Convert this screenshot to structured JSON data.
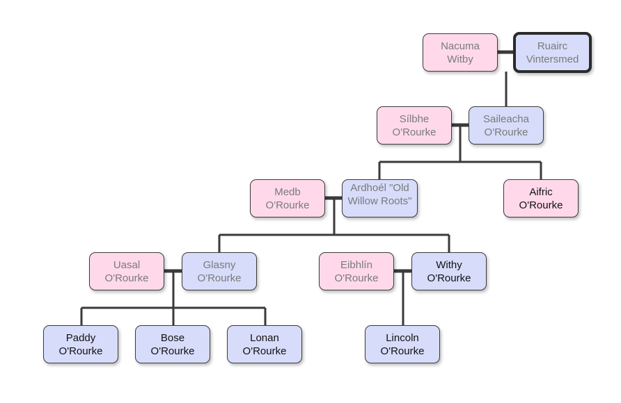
{
  "people": {
    "nacuma": {
      "first": "Nacuma",
      "last": "Witby"
    },
    "ruairc": {
      "first": "Ruairc",
      "last": "Vintersmed"
    },
    "silbhe": {
      "first": "Sílbhe",
      "last": "O'Rourke"
    },
    "saileacha": {
      "first": "Saileacha",
      "last": "O'Rourke"
    },
    "medb": {
      "first": "Medb",
      "last": "O'Rourke"
    },
    "ardhoel": {
      "first": "Ardhoél \"Old Willow Roots\"",
      "last": ""
    },
    "aifric": {
      "first": "Aifric",
      "last": "O'Rourke"
    },
    "uasal": {
      "first": "Uasal",
      "last": "O'Rourke"
    },
    "glasny": {
      "first": "Glasny",
      "last": "O'Rourke"
    },
    "eibhlin": {
      "first": "Eibhlín",
      "last": "O'Rourke"
    },
    "withy": {
      "first": "Withy",
      "last": "O'Rourke"
    },
    "paddy": {
      "first": "Paddy",
      "last": "O'Rourke"
    },
    "bose": {
      "first": "Bose",
      "last": "O'Rourke"
    },
    "lonan": {
      "first": "Lonan",
      "last": "O'Rourke"
    },
    "lincoln": {
      "first": "Lincoln",
      "last": "O'Rourke"
    }
  },
  "colors": {
    "female_fill": "#ffd9ea",
    "male_fill": "#d7dcfa",
    "connector": "#3a3a3a"
  }
}
